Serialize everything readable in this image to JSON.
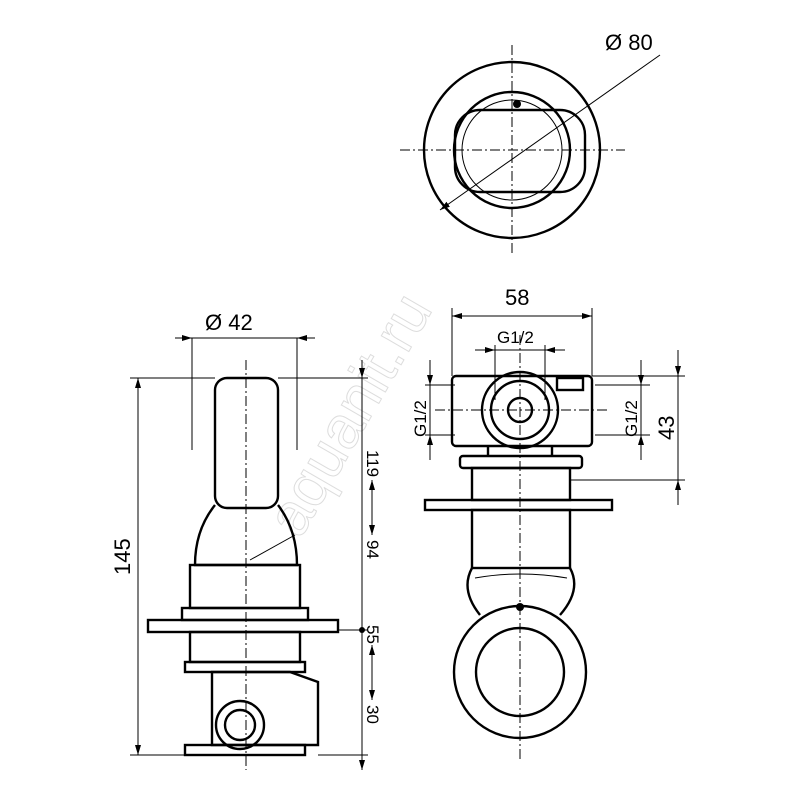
{
  "watermark": "aquanit.ru",
  "top_view": {
    "diameter_label": "Ø 80"
  },
  "side_view": {
    "diameter_label": "Ø 42",
    "height_label": "145",
    "range_upper": {
      "max": "119",
      "min": "94"
    },
    "range_lower": {
      "max": "55",
      "min": "30"
    }
  },
  "front_view": {
    "width_label": "58",
    "thread_top_label": "G1/2",
    "thread_left_label": "G1/2",
    "thread_right_label": "G1/2",
    "height_label": "43"
  },
  "colors": {
    "line": "#000000",
    "background": "#ffffff"
  }
}
